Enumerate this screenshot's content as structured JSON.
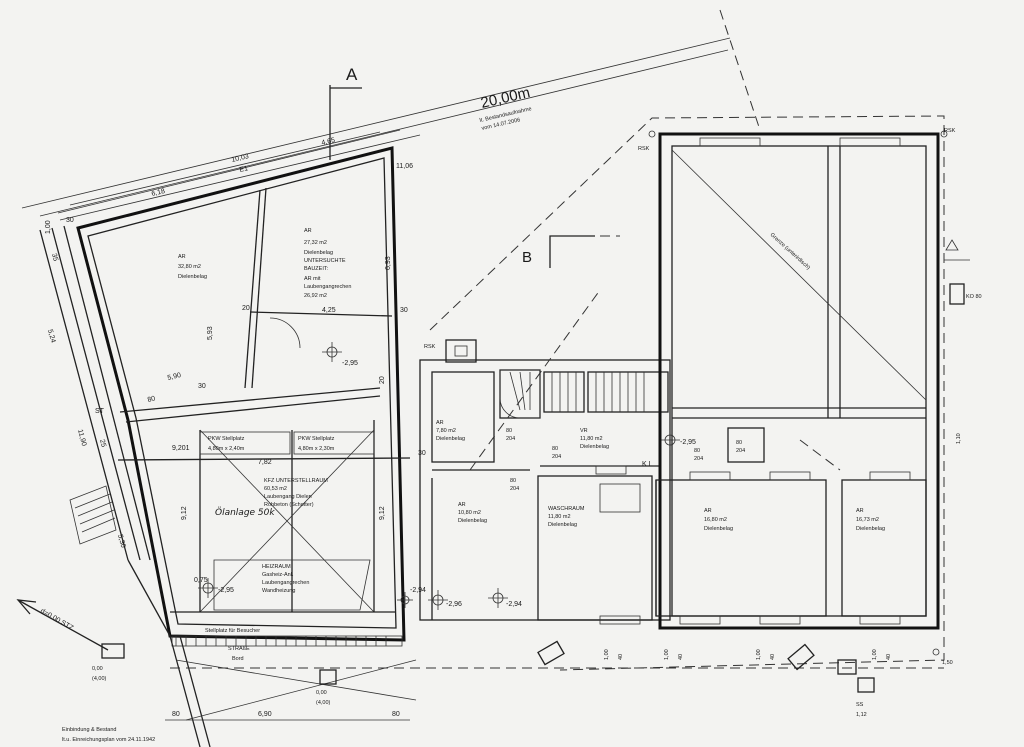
{
  "title_block": {
    "line1": "Einbindung & Bestand",
    "line2": "lt.u. Einreichungsplan vom 24.11.1942"
  },
  "section_marks": {
    "a": "A",
    "b": "B"
  },
  "dimensions": {
    "overall": "20,00m",
    "overall_note1": "lt. Bestandsaufnahme",
    "overall_note2": "vom 14.07.2006",
    "d_1003": "10,03",
    "d_465": "4,65",
    "d_618": "6,18",
    "d_e1": "E1",
    "d_100": "1,00",
    "d_30a": "30",
    "d_35": "35",
    "d_524": "5,24",
    "d_1006": "11,06",
    "d_693": "6,93",
    "d_593": "5,93",
    "d_20a": "20",
    "d_425": "4,25",
    "d_30b": "30",
    "d_20b": "20",
    "d_590": "5,90",
    "d_30c": "30",
    "d_80": "80",
    "d_1190": "11,90",
    "d_25": "25",
    "d_9201": "9,201",
    "d_782": "7,82",
    "d_30d": "30",
    "d_912a": "9,12",
    "d_912b": "9,12",
    "d_530": "5,30",
    "d_80b": "80",
    "d_690": "6,90",
    "d_80c": "80",
    "d_075": "0,75"
  },
  "rooms": {
    "ar1": {
      "name": "AR",
      "area": "32,80 m2",
      "floor": "Dielenbelag"
    },
    "ar2": {
      "name": "AR",
      "area": "27,32 m2",
      "floor": "Dielenbelag",
      "note1": "UNTERSUCHTE",
      "note2": "BAUZEIT:",
      "note3": "AR mit",
      "note4": "Laubengangrechen",
      "note5": "26,92 m2"
    },
    "pkw1": {
      "line1": "PKW Stellplatz",
      "line2": "4,80m x 2,40m"
    },
    "pkw2": {
      "line1": "PKW Stellplatz",
      "line2": "4,80m x 2,30m"
    },
    "kfz": {
      "line1": "KFZ UNTERSTELLRAUM",
      "line2": "60,53 m2",
      "line3": "Laubengang Dielen",
      "line4": "Rohbeton (Schotter)"
    },
    "oelanlage": "Ölanlage 50k",
    "heizraum": {
      "line1": "HEIZRAUM",
      "line2": "Gasheiz-Anl.",
      "line3": "Laubengangrechen",
      "line4": "Wandheizung"
    },
    "ar3": {
      "name": "AR",
      "area": "7,80 m2",
      "floor": "Dielenbelag"
    },
    "vr": {
      "name": "VR",
      "area": "11,80 m2",
      "floor": "Dielenbelag"
    },
    "ar4": {
      "name": "AR",
      "area": "10,80 m2",
      "floor": "Dielenbelag"
    },
    "wasch": {
      "name": "WASCHRAUM",
      "area": "11,80 m2",
      "floor": "Dielenbelag"
    },
    "ar5": {
      "name": "AR",
      "area": "16,80 m2",
      "floor": "Dielenbelag"
    },
    "ar6": {
      "name": "AR",
      "area": "16,73 m2",
      "floor": "Dielenbelag"
    }
  },
  "levels": {
    "l1": "-2,95",
    "l2": "-2,95",
    "l3": "-2,96",
    "l4": "-2,94",
    "l5": "-2,94",
    "l6": "-2,95"
  },
  "markers": {
    "rsk1": "RSK",
    "rsk2": "RSK",
    "rsk3": "RSK",
    "ko": "KO 80",
    "kl": "K   L",
    "dim_110": "1,10",
    "dim_150": "1,50",
    "dim_112": "1,12",
    "dim_ss": "SS",
    "grenze": "Grenze (unterirdisch)",
    "street": "STRAßE",
    "parking_strip": "Stellplatz für Besucher",
    "bord": "Bord",
    "wp1": "0,00",
    "wp2": "(4,00)",
    "wp3": "0,00",
    "wp4": "(4,00)",
    "st": "ST",
    "arrow_label": "d=0,00 STZ",
    "sill": "1,00",
    "sill2": "40",
    "sill3": "1,00",
    "sill4": "40",
    "sill5": "1,00",
    "sill6": "40",
    "sill7": "1,00",
    "sill8": "40",
    "door1": "80",
    "door2": "204",
    "door3": "80",
    "door4": "204",
    "door5": "80",
    "door6": "204",
    "door7": "80",
    "door8": "204",
    "door9": "80",
    "door10": "204"
  }
}
